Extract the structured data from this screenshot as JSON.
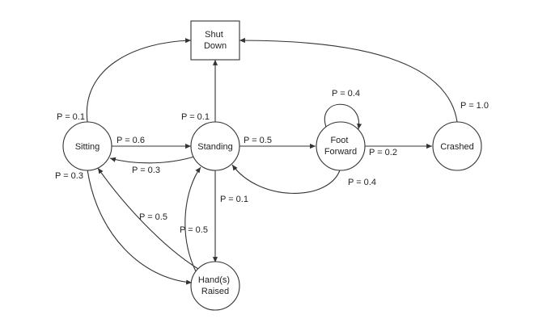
{
  "colors": {
    "stroke": "#333333",
    "text": "#222222",
    "background": "#ffffff"
  },
  "nodes": {
    "shutdown": {
      "label": [
        "Shut",
        "Down"
      ]
    },
    "sitting": {
      "label": [
        "Sitting"
      ]
    },
    "standing": {
      "label": [
        "Standing"
      ]
    },
    "foot": {
      "label": [
        "Foot",
        "Forward"
      ]
    },
    "crashed": {
      "label": [
        "Crashed"
      ]
    },
    "hands": {
      "label": [
        "Hand(s)",
        "Raised"
      ]
    }
  },
  "edges": {
    "sit_shut": "P = 0.1",
    "sit_stand": "P = 0.6",
    "sit_hands": "P = 0.3",
    "stand_shut": "P = 0.1",
    "stand_sit": "P = 0.3",
    "stand_foot": "P = 0.5",
    "stand_hands": "P = 0.1",
    "foot_self": "P = 0.4",
    "foot_crash": "P = 0.2",
    "foot_stand": "P = 0.4",
    "crash_shut": "P = 1.0",
    "hands_sit": "P = 0.5",
    "hands_stand": "P = 0.5"
  }
}
